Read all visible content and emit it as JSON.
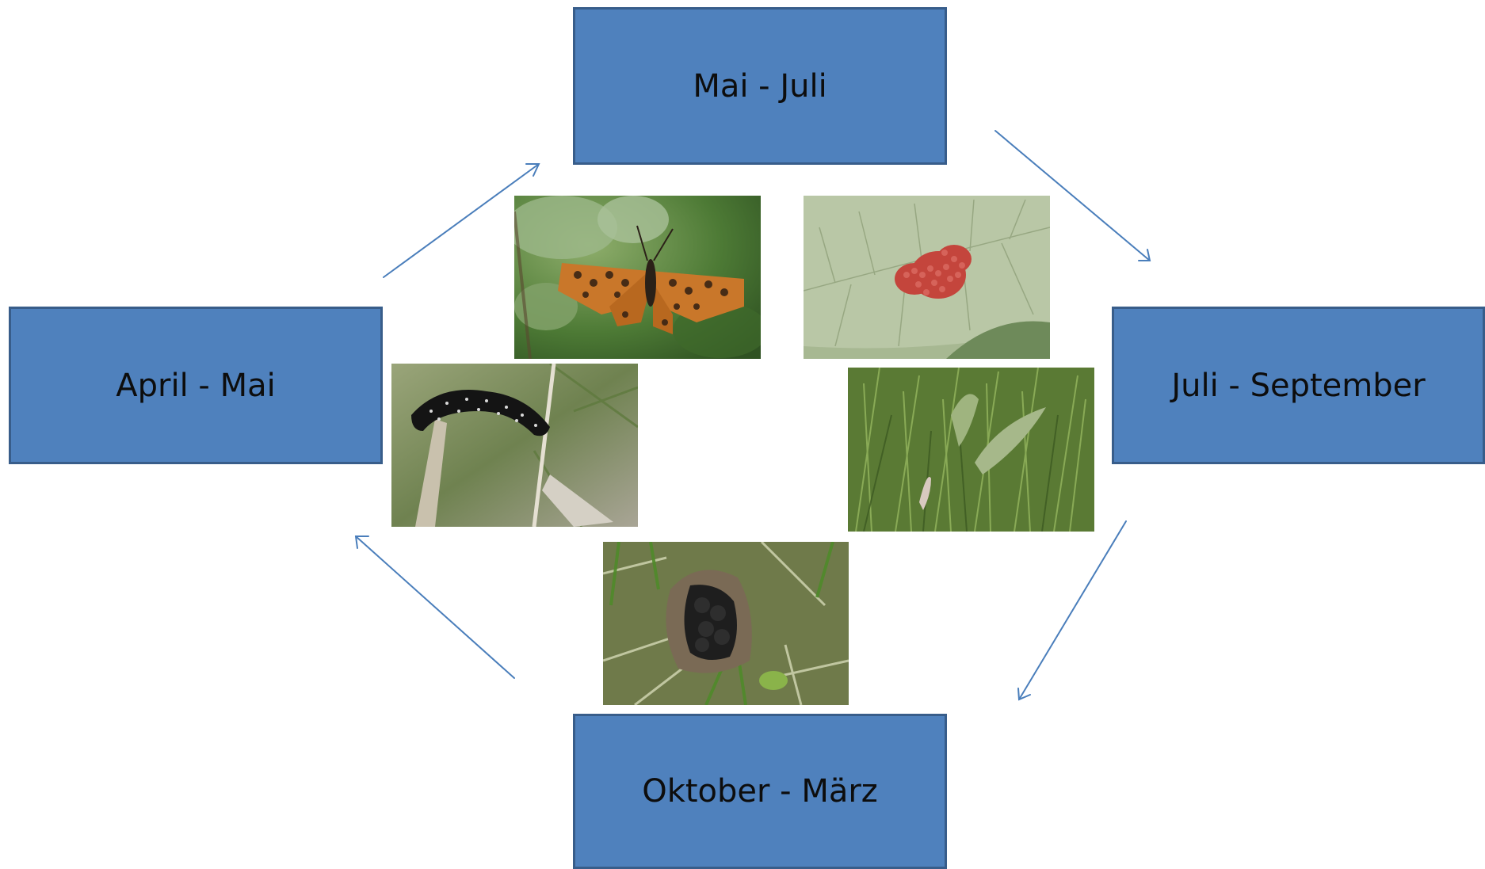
{
  "stages": {
    "top": "Mai - Juli",
    "right": "Juli - September",
    "bottom": "Oktober - März",
    "left": "April - Mai"
  },
  "colors": {
    "box_fill": "#4f81bd",
    "box_border": "#385d8a",
    "arrow": "#4a7ebb"
  },
  "images": [
    {
      "name": "butterfly-photo"
    },
    {
      "name": "egg-cluster-photo"
    },
    {
      "name": "caterpillar-photo"
    },
    {
      "name": "host-plant-grass-photo"
    },
    {
      "name": "larval-nest-photo"
    }
  ]
}
